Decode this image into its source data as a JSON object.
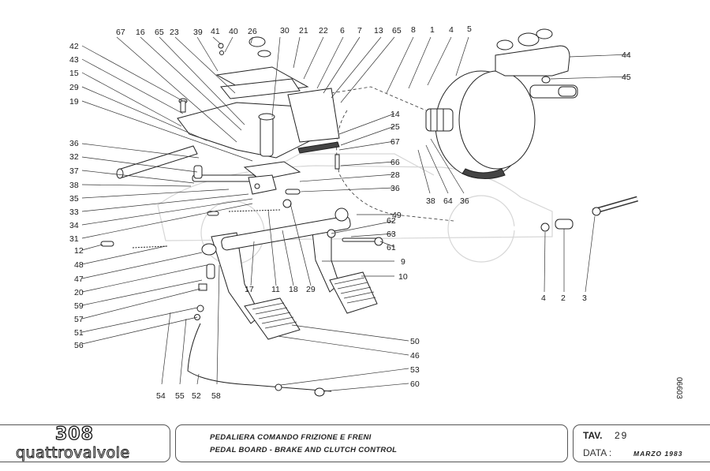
{
  "title_block": {
    "logo_model": "308",
    "logo_variant": "quattrovalvole",
    "title_it": "PEDALIERA COMANDO FRIZIONE E FRENI",
    "title_en": "PEDAL BOARD - BRAKE AND CLUTCH CONTROL",
    "tav_label": "TAV.",
    "tav_number": "29",
    "date_label": "DATA :",
    "date_value": "MARZO 1983"
  },
  "drawing_number": "06603",
  "diagram": {
    "description": "Exploded view: pedal board, brake servo and master cylinder, clutch cable",
    "callouts_top": [
      "67",
      "16",
      "65",
      "23",
      "39",
      "41",
      "40",
      "26",
      "30",
      "21",
      "22",
      "6",
      "7",
      "13",
      "65",
      "8",
      "1",
      "4",
      "5"
    ],
    "callouts_left": [
      "42",
      "43",
      "15",
      "29",
      "19",
      "36",
      "32",
      "37",
      "38",
      "35",
      "33",
      "34",
      "31",
      "12",
      "48",
      "47",
      "20",
      "59",
      "57",
      "51",
      "56"
    ],
    "callouts_right": [
      "44",
      "45",
      "14",
      "25",
      "67",
      "66",
      "28",
      "36",
      "49",
      "62",
      "63",
      "61",
      "9",
      "10",
      "50",
      "46",
      "53",
      "60"
    ],
    "callouts_bottom": [
      "54",
      "55",
      "52",
      "58",
      "17",
      "11",
      "18",
      "29",
      "38",
      "64",
      "36",
      "4",
      "2",
      "3"
    ]
  }
}
